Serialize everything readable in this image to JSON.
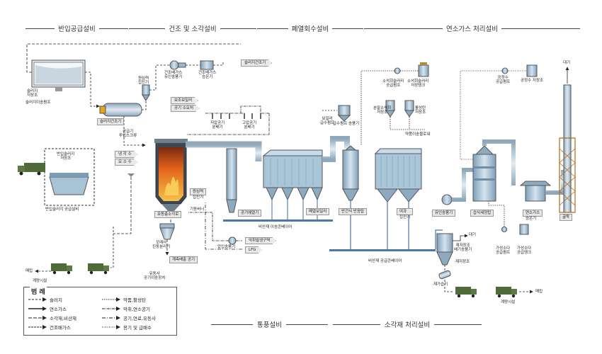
{
  "sections_top": [
    "반입공급설비",
    "건조 및 소각설비",
    "폐열회수설비",
    "연소가스 처리설비"
  ],
  "sections_bottom": [
    "통풍설비",
    "소각재 처리설비"
  ],
  "labels": {
    "sludge_storage": "슬러지\n저장조",
    "sludge_pump": "슬러지이송펌프",
    "sludge_dryer": "슬러지건조기",
    "dryer_cyclone": "원심력\n집진기",
    "dryer_fan": "건조배가스\n유인송풍기",
    "dryer_heater": "건조배가스\n승온기",
    "to_dryer": "슬러지건조기",
    "dry_sludge_screw": "공급기\n투입스크류",
    "dry_sludge_feed": "반입슬러지\n저장조",
    "sludge_hopper": "반입슬러지 공급설비",
    "steam_preheat": "보조보일러",
    "air_preheater": "공기 소요처",
    "low_temp_blower": "저압공기\n분배기",
    "high_temp_blower": "고압공기\n분배기",
    "chemical_a": "냉 각 수",
    "chemical_b": "요 소 수",
    "kiln": "유동층소각로",
    "ash_out": "기동버너",
    "cyclone1": "원심력\n집진기",
    "air_heater": "공기예열기",
    "flue_ash_conv": "비산재 이송콘베이어",
    "waste_boiler": "폐열보일러",
    "fd_fan": "압입송풍기",
    "lfg": "LFG",
    "fresh_air": "악취발생구역",
    "sand_sep": "모래사\n진동분리기",
    "sand_feed": "계측배출 공기",
    "sand_tank": "유동사\n공기이송장치",
    "boiler_water": "보일러\n급수펌프",
    "feed_pump": "급수펌프 송풍기",
    "deaerator": "반건식 반응탑",
    "slaked_lime": "소석회슬러리\n공급펌프",
    "slaked_lime_tank": "소석회슬러리\n저장탱크",
    "activated_carbon": "분말소석회\n저장조",
    "activated_carbon2": "활성탄\n저장조",
    "reagent_blower": "약품이송블로워",
    "bag_filter": "여과\n집진기",
    "id_fan": "유인송풍기",
    "wet_scrubber": "습식세정탑",
    "stack_heater": "연소가스\n승온기",
    "stack": "굴뚝",
    "atmosphere": "대기",
    "water_pump": "공정수\n공급펌프",
    "water_tank": "공정수 저장조",
    "caustic_pump": "가성소다\n공급펌프",
    "caustic_tank": "가성소다\n공급탱크",
    "ash_silo": "재저장조",
    "ash_fan": "재저장조\n배기송풍기",
    "ash_atmos": "대기",
    "ash_unload": "재가습기",
    "ash_conv": "비산재 공급콘베이어",
    "truck_scale_left": "계량시설",
    "truck_scale_right": "계량시설",
    "landfill_left": "매립",
    "landfill_right": "매립"
  },
  "legend": {
    "title": "범 례",
    "items": [
      {
        "text": "슬러지",
        "style": "dash"
      },
      {
        "text": "약품,활성탄",
        "style": "dots"
      },
      {
        "text": "연소가스",
        "style": "solid-arrow"
      },
      {
        "text": "악취,연소공기",
        "style": "dash-dot"
      },
      {
        "text": "소각재,비산재",
        "style": "dash-long"
      },
      {
        "text": "공기,연료,유동사",
        "style": "dash-dot2"
      },
      {
        "text": "건조배가스",
        "style": "dash-dense"
      },
      {
        "text": "용기 및 급배수",
        "style": "dotted-fine"
      }
    ]
  },
  "colors": {
    "equipment": "#a9c9de",
    "equipment_dark": "#6f93ad",
    "pipe": "#b7c9d6",
    "fire": "#e36a1b",
    "truck": "#4f6b3a",
    "line": "#222222"
  }
}
